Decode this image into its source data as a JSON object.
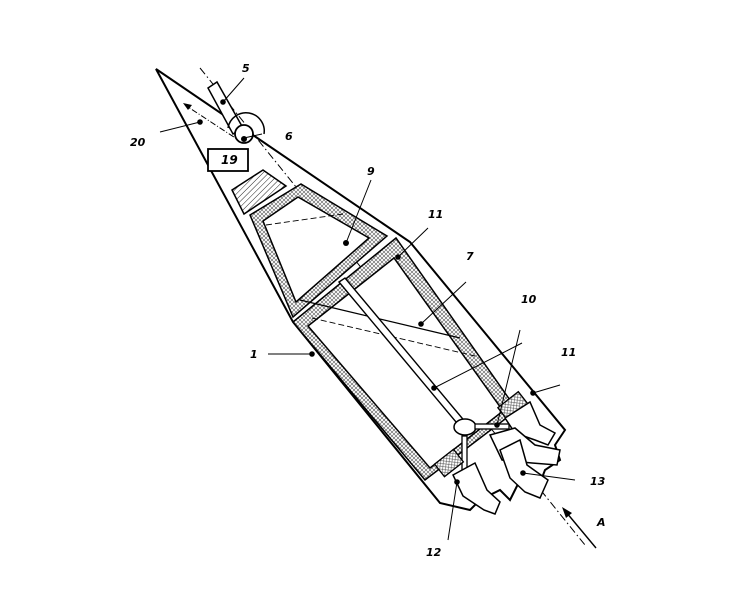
{
  "labels": {
    "l1": "1",
    "l5": "5",
    "l6": "6",
    "l7": "7",
    "l9": "9",
    "l10": "10",
    "l11a": "11",
    "l11b": "11",
    "l12": "12",
    "l13": "13",
    "l19": "19",
    "l20": "20",
    "lA": "A"
  }
}
